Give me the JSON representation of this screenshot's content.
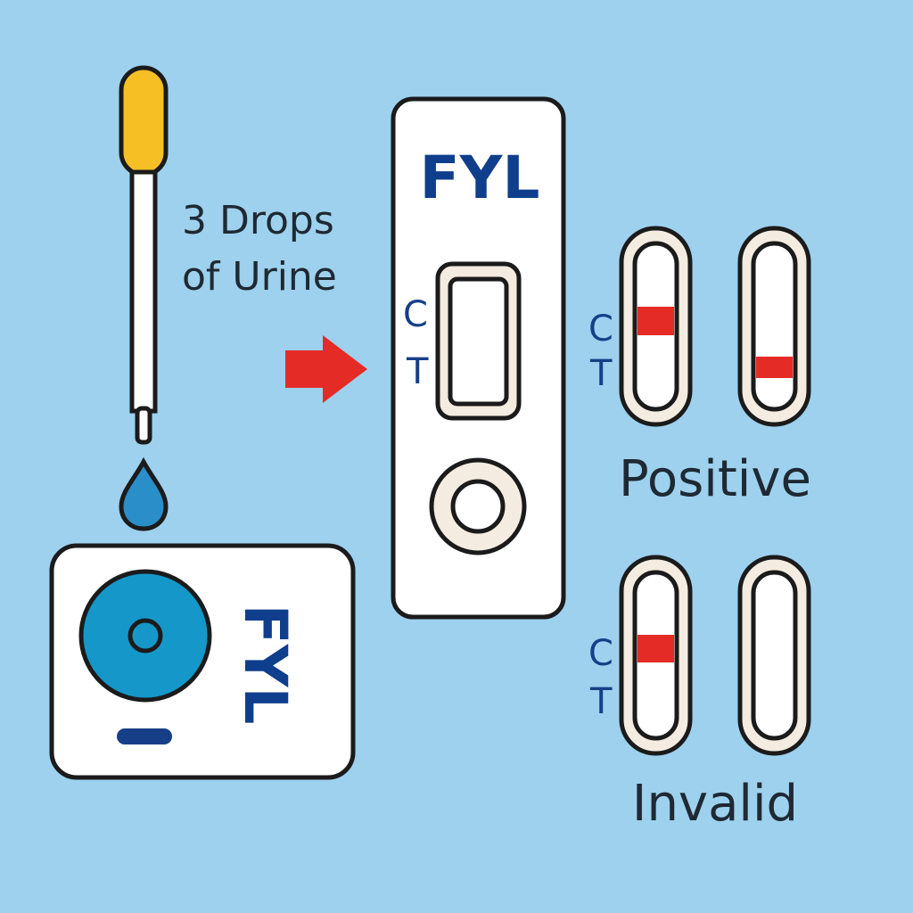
{
  "instruction": {
    "line1": "3 Drops",
    "line2": "of Urine"
  },
  "brand": {
    "name": "FYL"
  },
  "markers": {
    "control": "C",
    "test": "T"
  },
  "results": {
    "positive_label": "Positive",
    "invalid_label": "Invalid"
  },
  "colors": {
    "background": "#9dd1ee",
    "pipette_bulb": "#f6c024",
    "drop": "#2a8ec8",
    "sample_well": "#1597c9",
    "brand_text": "#0f3e8c",
    "result_line": "#e52b25",
    "arrow": "#e52b25",
    "device_body": "#ffffff",
    "window_frame": "#f4ece0"
  },
  "icons": {
    "dropper": "pipette-icon",
    "drop": "water-drop-icon",
    "arrow": "arrow-right-icon"
  }
}
